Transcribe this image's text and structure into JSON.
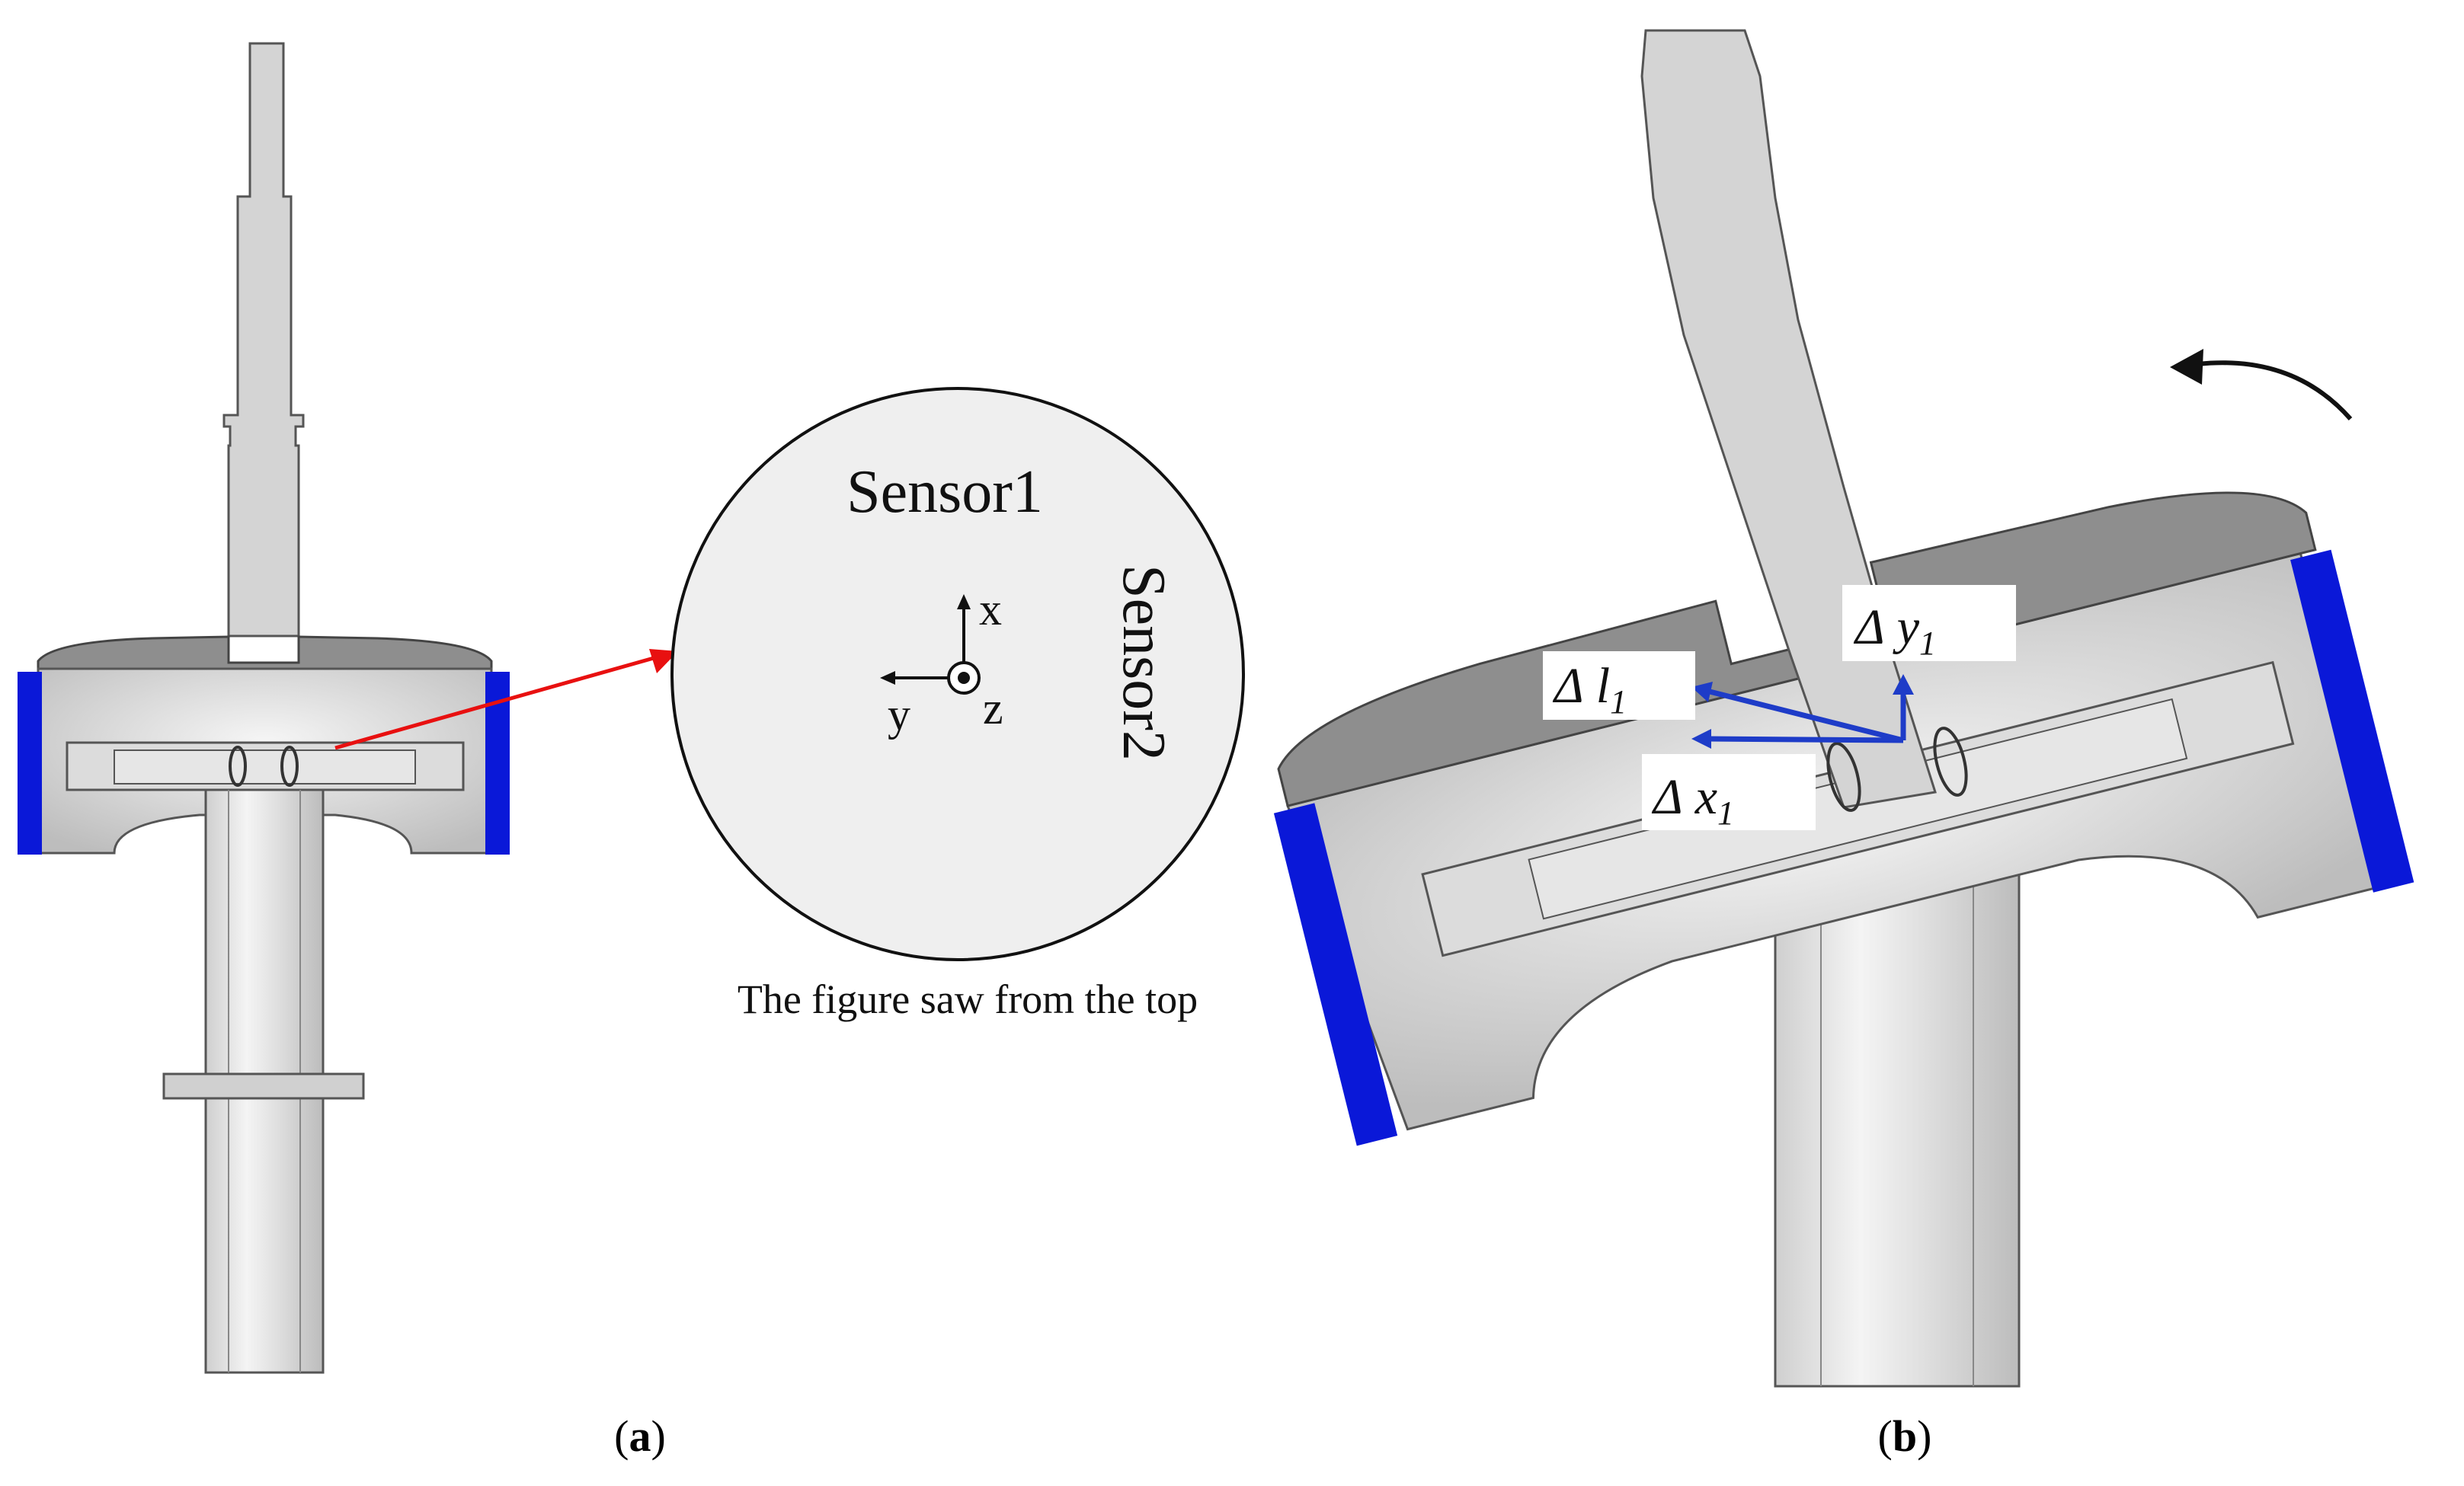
{
  "panel_a": {
    "caption_open": "(",
    "caption_letter": "a",
    "caption_close": ")"
  },
  "panel_b": {
    "caption_open": "(",
    "caption_letter": "b",
    "caption_close": ")"
  },
  "top_view": {
    "sensor1": "Sensor1",
    "sensor2": "Sensor2",
    "axis_x": "x",
    "axis_y": "y",
    "axis_z": "z",
    "note": "The figure saw from the top"
  },
  "labels": {
    "delta": "Δ",
    "l": "l",
    "y": "y",
    "x": "x",
    "subscript": "1"
  },
  "colors": {
    "sensor_blue": "#0a18d8",
    "arrow_red": "#e81010",
    "vector_blue": "#1e3cc8",
    "body_gray": "#d6d6d6",
    "cover_gray": "#8c8c8c"
  }
}
